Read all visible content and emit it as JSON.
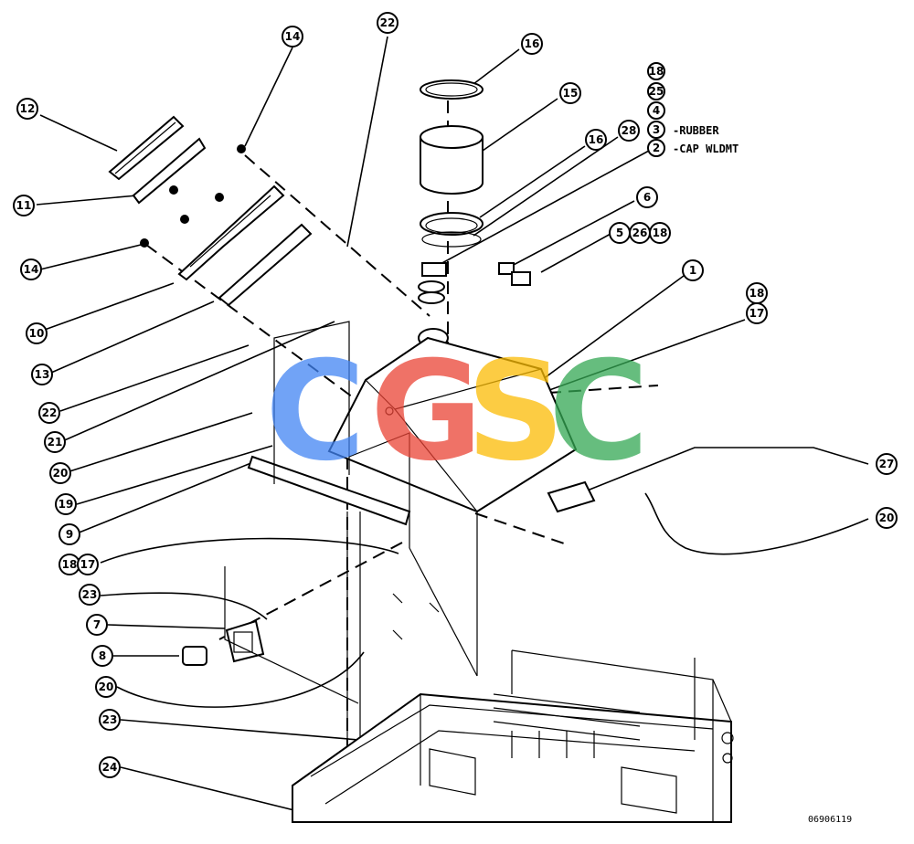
{
  "diagram": {
    "callouts": [
      {
        "id": "c14a",
        "label": "14"
      },
      {
        "id": "c22a",
        "label": "22"
      },
      {
        "id": "c16a",
        "label": "16"
      },
      {
        "id": "c15",
        "label": "15"
      },
      {
        "id": "c12",
        "label": "12"
      },
      {
        "id": "c11",
        "label": "11"
      },
      {
        "id": "c16b",
        "label": "16"
      },
      {
        "id": "c28",
        "label": "28"
      },
      {
        "id": "c14b",
        "label": "14"
      },
      {
        "id": "c10",
        "label": "10"
      },
      {
        "id": "c6",
        "label": "6"
      },
      {
        "id": "c5",
        "label": "5"
      },
      {
        "id": "c26",
        "label": "26"
      },
      {
        "id": "c18a",
        "label": "18"
      },
      {
        "id": "c1",
        "label": "1"
      },
      {
        "id": "c18b",
        "label": "18"
      },
      {
        "id": "c17a",
        "label": "17"
      },
      {
        "id": "c13",
        "label": "13"
      },
      {
        "id": "c22b",
        "label": "22"
      },
      {
        "id": "c21",
        "label": "21"
      },
      {
        "id": "c20a",
        "label": "20"
      },
      {
        "id": "c19",
        "label": "19"
      },
      {
        "id": "c9",
        "label": "9"
      },
      {
        "id": "c27",
        "label": "27"
      },
      {
        "id": "c20b",
        "label": "20"
      },
      {
        "id": "c18c",
        "label": "18"
      },
      {
        "id": "c17b",
        "label": "17"
      },
      {
        "id": "c23a",
        "label": "23"
      },
      {
        "id": "c7",
        "label": "7"
      },
      {
        "id": "c8",
        "label": "8"
      },
      {
        "id": "c20c",
        "label": "20"
      },
      {
        "id": "c23b",
        "label": "23"
      },
      {
        "id": "c24",
        "label": "24"
      },
      {
        "id": "k18",
        "label": "18"
      },
      {
        "id": "k25",
        "label": "25"
      },
      {
        "id": "k4",
        "label": "4"
      },
      {
        "id": "k3",
        "label": "3"
      },
      {
        "id": "k2",
        "label": "2"
      }
    ],
    "notes": {
      "rubber": "-RUBBER",
      "cap": "-CAP WLDMT"
    },
    "doc_id": "06906119"
  },
  "watermark": {
    "letters": [
      "C",
      "G",
      "S",
      "C"
    ],
    "colors": [
      "#4285F4",
      "#EA4335",
      "#FBBC05",
      "#34A853"
    ]
  }
}
